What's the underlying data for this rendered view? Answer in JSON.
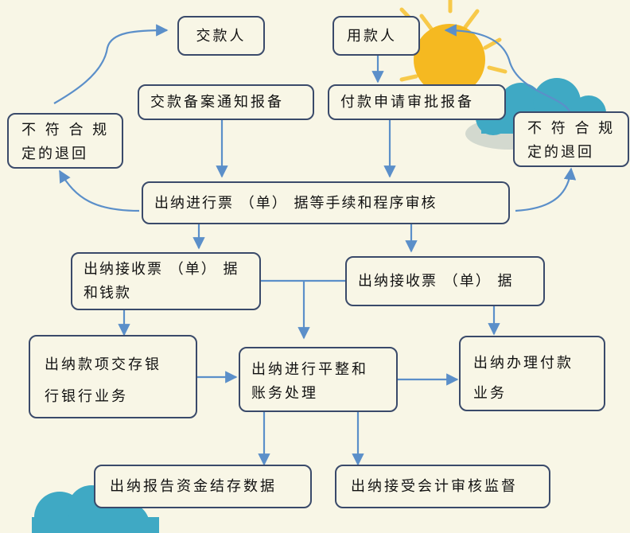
{
  "nodes": {
    "payer": "交款人",
    "user": "用款人",
    "deposit_notice": "交款备案通知报备",
    "payment_request": "付款申请审批报备",
    "reject_left_l1": "不 符 合 规",
    "reject_left_l2": "定的退回",
    "reject_right_l1": "不 符 合 规",
    "reject_right_l2": "定的退回",
    "cashier_review": "出纳进行票 （单） 据等手续和程序审核",
    "receive_money_l1": "出纳接收票 （单） 据",
    "receive_money_l2": "和钱款",
    "receive_bill": "出纳接收票 （单） 据",
    "bank_deposit_l1": "出纳款项交存银",
    "bank_deposit_l2": "行银行业务",
    "balance_l1": "出纳进行平整和",
    "balance_l2": "账务处理",
    "payment_l1": "出纳办理付款",
    "payment_l2": "业务",
    "report": "出纳报告资金结存数据",
    "audit": "出纳接受会计审核监督"
  },
  "colors": {
    "background": "#f8f6e6",
    "box_border": "#3a4a6a",
    "arrow": "#5b8fc9",
    "sun": "#f5b921",
    "sun_ray": "#f7c94a",
    "cloud": "#3fa9c4",
    "cloud_shadow": "#d3d9cf"
  },
  "decor": [
    "sun-icon",
    "cloud-icon"
  ]
}
